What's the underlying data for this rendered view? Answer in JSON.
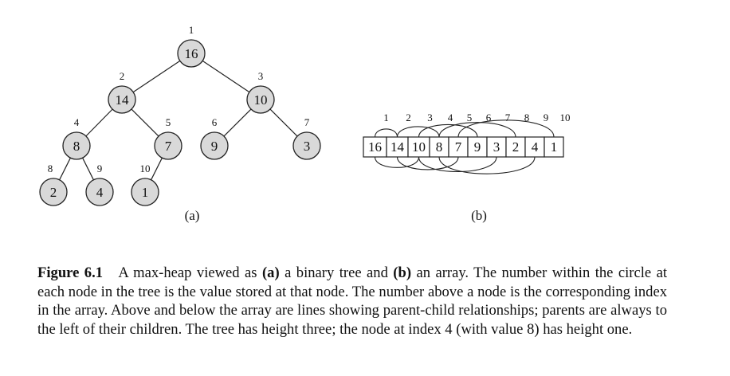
{
  "tree": {
    "label": "(a)",
    "nodes": [
      {
        "index": "1",
        "value": "16"
      },
      {
        "index": "2",
        "value": "14"
      },
      {
        "index": "3",
        "value": "10"
      },
      {
        "index": "4",
        "value": "8"
      },
      {
        "index": "5",
        "value": "7"
      },
      {
        "index": "6",
        "value": "9"
      },
      {
        "index": "7",
        "value": "3"
      },
      {
        "index": "8",
        "value": "2"
      },
      {
        "index": "9",
        "value": "4"
      },
      {
        "index": "10",
        "value": "1"
      }
    ]
  },
  "array": {
    "label": "(b)",
    "indices": [
      "1",
      "2",
      "3",
      "4",
      "5",
      "6",
      "7",
      "8",
      "9",
      "10"
    ],
    "values": [
      "16",
      "14",
      "10",
      "8",
      "7",
      "9",
      "3",
      "2",
      "4",
      "1"
    ]
  },
  "caption": {
    "label": "Figure 6.1",
    "t1": "A max-heap viewed as ",
    "b1": "(a)",
    "t2": " a binary tree and ",
    "b2": "(b)",
    "t3": " an array. The number within the circle at each node in the tree is the value stored at that node. The number above a node is the corresponding index in the array. Above and below the array are lines showing parent-child relationships; parents are always to the left of their children. The tree has height three; the node at index 4 (with value 8) has height one."
  }
}
